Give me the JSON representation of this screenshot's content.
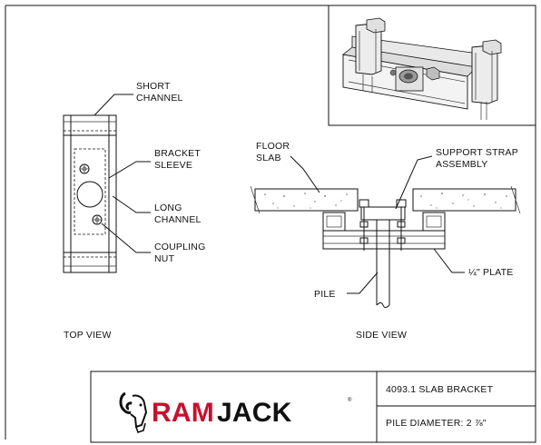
{
  "labels": {
    "short_channel_1": "SHORT",
    "short_channel_2": "CHANNEL",
    "bracket_sleeve_1": "BRACKET",
    "bracket_sleeve_2": "SLEEVE",
    "long_channel_1": "LONG",
    "long_channel_2": "CHANNEL",
    "coupling_nut_1": "COUPLING",
    "coupling_nut_2": "NUT",
    "floor_slab_1": "FLOOR",
    "floor_slab_2": "SLAB",
    "support_strap_1": "SUPPORT STRAP",
    "support_strap_2": "ASSEMBLY",
    "plate": "¼\" PLATE",
    "pile": "PILE",
    "top_view": "TOP VIEW",
    "side_view": "SIDE VIEW"
  },
  "title_block": {
    "logo_ram": "RAM",
    "logo_jack": "JACK",
    "logo_mark": "®",
    "drawing_title": "4093.1 SLAB BRACKET",
    "pile_diameter": "PILE DIAMETER: 2 ⅞\""
  },
  "colors": {
    "brand_red": "#c8102e",
    "ink": "#111111"
  }
}
